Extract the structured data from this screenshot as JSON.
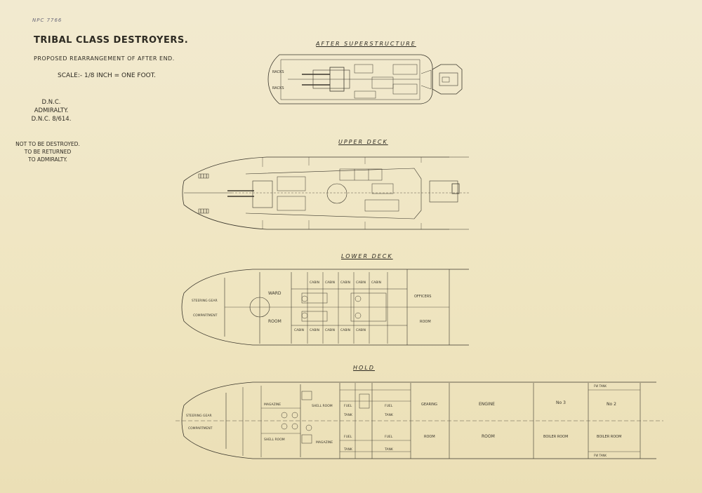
{
  "reference": "NPC 7766",
  "title": "TRIBAL CLASS DESTROYERS.",
  "subtitle": "PROPOSED REARRANGEMENT OF AFTER END.",
  "scale": "SCALE:- 1/8 INCH = ONE FOOT.",
  "authority": [
    "D.N.C.",
    "ADMIRALTY.",
    "D.N.C. 8/614."
  ],
  "notice": [
    "NOT TO BE DESTROYED.",
    "TO BE RETURNED",
    "TO ADMIRALTY."
  ],
  "sections": {
    "after_superstructure": {
      "heading": "AFTER SUPERSTRUCTURE",
      "labels": [
        "RACKS",
        "RACKS"
      ]
    },
    "upper_deck": {
      "heading": "UPPER DECK"
    },
    "lower_deck": {
      "heading": "LOWER DECK",
      "labels": {
        "steering": "STEERING GEAR",
        "compartment": "COMPARTMENT",
        "ward": "WARD",
        "room": "ROOM",
        "cabins_top": [
          "CABIN",
          "CABIN",
          "CABIN",
          "CABIN",
          "CABIN"
        ],
        "cabins_bottom": [
          "CABIN",
          "CABIN",
          "CABIN",
          "CABIN",
          "CABIN"
        ],
        "officers": "OFFICERS",
        "officers_room": "ROOM"
      }
    },
    "hold": {
      "heading": "HOLD",
      "labels": {
        "steering": "STEERING GEAR",
        "compartment": "COMPARTMENT",
        "magazine_top": "MAGAZINE",
        "magazine_bottom": "MAGAZINE",
        "shell_room_top": "SHELL ROOM",
        "shell_room_bottom": "SHELL ROOM",
        "fuel": [
          "FUEL",
          "FUEL",
          "FUEL",
          "FUEL"
        ],
        "tank": [
          "TANK",
          "TANK",
          "TANK",
          "TANK"
        ],
        "gearing": "GEARING",
        "gearing_room": "ROOM",
        "engine": "ENGINE",
        "engine_room": "ROOM",
        "no3": "No 3",
        "no2": "No 2",
        "boiler_room_3": "BOILER ROOM",
        "boiler_room_2": "BOILER ROOM",
        "fw_tank_top": "FW TANK",
        "fw_tank_bottom": "FW TANK"
      }
    }
  }
}
